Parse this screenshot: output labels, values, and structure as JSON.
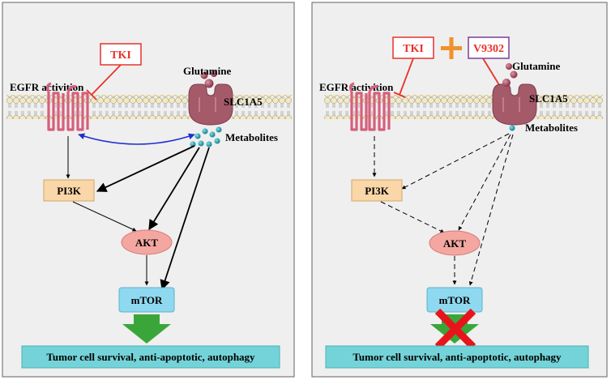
{
  "colors": {
    "panel_bg": "#efefef",
    "panel_border": "#7a7a7a",
    "tki_red": "#e8322a",
    "v9302_purple": "#7b3f98",
    "plus_orange": "#f0922b",
    "receptor_pink": "#d65f7d",
    "transporter_maroon": "#a55a6a",
    "metabolite_teal": "#2aa3b3",
    "pi3k_fill": "#fad7a8",
    "akt_fill": "#f4a7a0",
    "mtor_fill": "#8ed9ef",
    "banner_fill": "#74d3d8",
    "arrow_green": "#3aa63a",
    "blue_arrow": "#1f2fd0",
    "cross_red": "#e8141b"
  },
  "left_panel": {
    "tki_label": "TKI",
    "egfr_label": "EGFR activition",
    "glutamine_label": "Glutamine",
    "slc1a5_label": "SLC1A5",
    "metabolites_label": "Metabolites",
    "pi3k_label": "PI3K",
    "akt_label": "AKT",
    "mtor_label": "mTOR",
    "outcome_label": "Tumor cell survival, anti-apoptotic, autophagy"
  },
  "right_panel": {
    "tki_label": "TKI",
    "v9302_label": "V9302",
    "egfr_label": "EGFR activition",
    "glutamine_label": "Glutamine",
    "slc1a5_label": "SLC1A5",
    "metabolites_label": "Metabolites",
    "pi3k_label": "PI3K",
    "akt_label": "AKT",
    "mtor_label": "mTOR",
    "outcome_label": "Tumor cell survival, anti-apoptotic, autophagy"
  }
}
